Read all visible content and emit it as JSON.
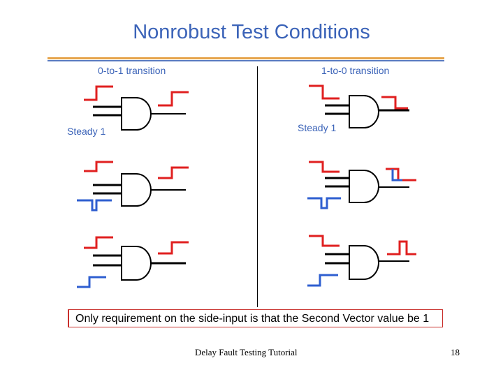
{
  "slide": {
    "title": "Nonrobust Test Conditions",
    "left_heading": "0-to-1 transition",
    "right_heading": "1-to-0 transition",
    "steady_label": "Steady 1",
    "requirement": "Only requirement on the side-input is that the Second Vector value be 1",
    "footer": "Delay Fault Testing Tutorial",
    "page_number": "18"
  },
  "colors": {
    "title": "#3b63b8",
    "transition": "#e02020",
    "glitch": "#2f5fd0",
    "wire": "#000000",
    "accent_rule": "#e6a34a"
  }
}
